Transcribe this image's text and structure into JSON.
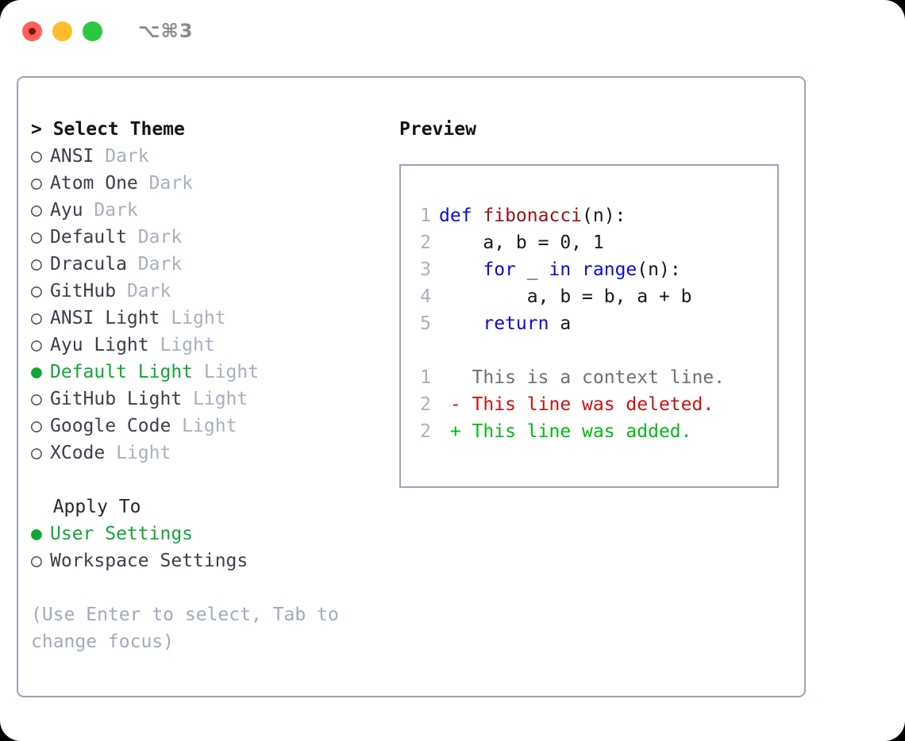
{
  "titlebar": {
    "shortcut": "⌥⌘3",
    "lights": [
      "close",
      "minimize",
      "zoom"
    ]
  },
  "theme_picker": {
    "header": "> Select Theme",
    "options": [
      {
        "marker": "○",
        "label": "ANSI",
        "suffix": " Dark",
        "selected": false
      },
      {
        "marker": "○",
        "label": "Atom One",
        "suffix": " Dark",
        "selected": false
      },
      {
        "marker": "○",
        "label": "Ayu",
        "suffix": " Dark",
        "selected": false
      },
      {
        "marker": "○",
        "label": "Default",
        "suffix": " Dark",
        "selected": false
      },
      {
        "marker": "○",
        "label": "Dracula",
        "suffix": " Dark",
        "selected": false
      },
      {
        "marker": "○",
        "label": "GitHub",
        "suffix": " Dark",
        "selected": false
      },
      {
        "marker": "○",
        "label": "ANSI Light",
        "suffix": " Light",
        "selected": false
      },
      {
        "marker": "○",
        "label": "Ayu Light",
        "suffix": " Light",
        "selected": false
      },
      {
        "marker": "●",
        "label": "Default Light",
        "suffix": " Light",
        "selected": true
      },
      {
        "marker": "○",
        "label": "GitHub Light",
        "suffix": " Light",
        "selected": false
      },
      {
        "marker": "○",
        "label": "Google Code",
        "suffix": " Light",
        "selected": false
      },
      {
        "marker": "○",
        "label": "XCode",
        "suffix": " Light",
        "selected": false
      }
    ]
  },
  "apply_to": {
    "header": "  Apply To",
    "options": [
      {
        "marker": "●",
        "label": "User Settings",
        "selected": true
      },
      {
        "marker": "○",
        "label": "Workspace Settings",
        "selected": false
      }
    ]
  },
  "hint": "(Use Enter to select, Tab to change focus)",
  "preview": {
    "title": "Preview",
    "code": [
      {
        "num": "1",
        "segments": [
          {
            "text": "def ",
            "style": "kw"
          },
          {
            "text": "fibonacci",
            "style": "fn"
          },
          {
            "text": "(n):",
            "style": "plain"
          }
        ]
      },
      {
        "num": "2",
        "segments": [
          {
            "text": "    a, b = 0, 1",
            "style": "plain"
          }
        ]
      },
      {
        "num": "3",
        "segments": [
          {
            "text": "    ",
            "style": "plain"
          },
          {
            "text": "for",
            "style": "kw"
          },
          {
            "text": " _ ",
            "style": "plain"
          },
          {
            "text": "in",
            "style": "kw"
          },
          {
            "text": " ",
            "style": "plain"
          },
          {
            "text": "range",
            "style": "kw"
          },
          {
            "text": "(n):",
            "style": "plain"
          }
        ]
      },
      {
        "num": "4",
        "segments": [
          {
            "text": "        a, b = b, a + b",
            "style": "plain"
          }
        ]
      },
      {
        "num": "5",
        "segments": [
          {
            "text": "    ",
            "style": "plain"
          },
          {
            "text": "return",
            "style": "kw"
          },
          {
            "text": " a",
            "style": "plain"
          }
        ]
      }
    ],
    "diff": [
      {
        "num": "1",
        "text": "   This is a context line.",
        "kind": "context"
      },
      {
        "num": "2",
        "text": " - This line was deleted.",
        "kind": "deleted"
      },
      {
        "num": "2",
        "text": " + This line was added.",
        "kind": "added"
      }
    ]
  }
}
